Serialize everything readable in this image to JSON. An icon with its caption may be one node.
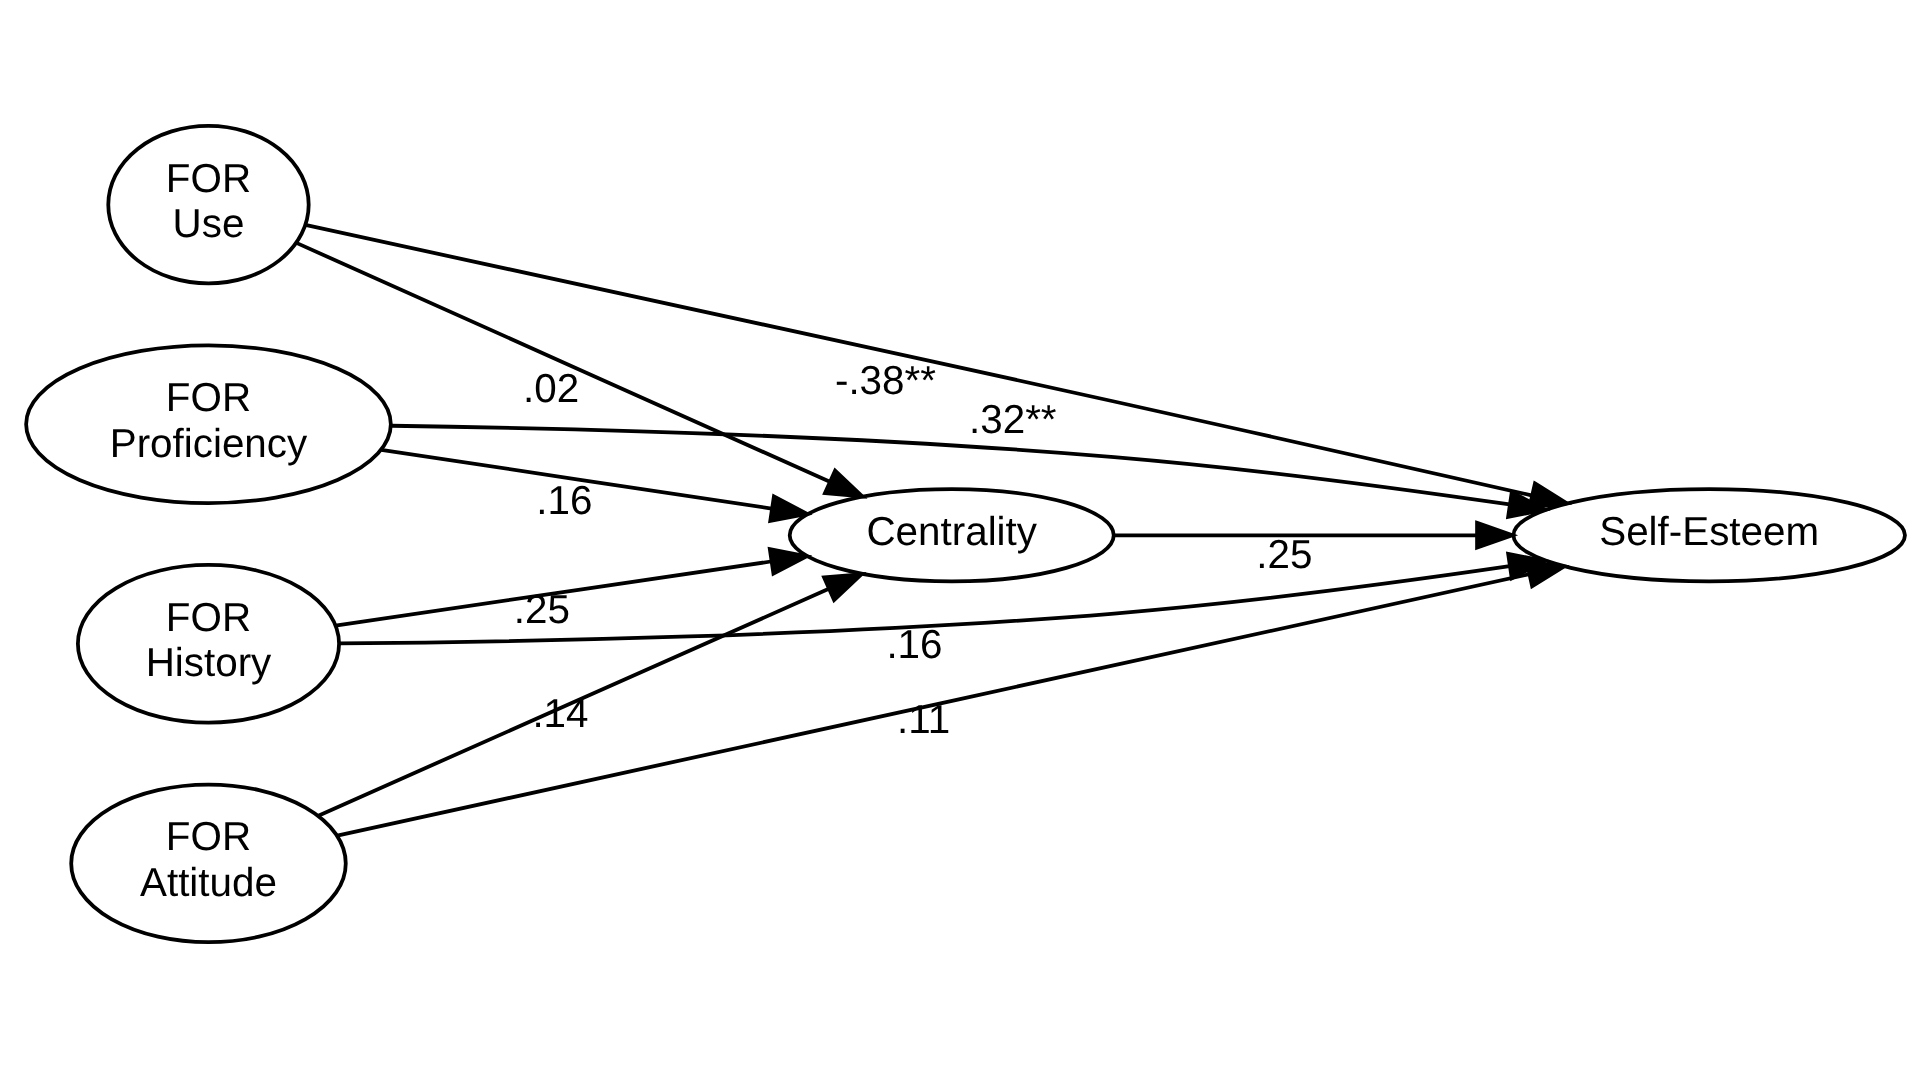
{
  "diagram": {
    "nodes": [
      {
        "text": [
          "Centrality"
        ]
      },
      {
        "text": [
          "FOR Use"
        ]
      },
      {
        "text": [
          "FOR Proficiency"
        ]
      },
      {
        "text": [
          "FOR History"
        ]
      },
      {
        "text": [
          "FOR Attitude"
        ]
      },
      {
        "text": [
          "Self-Esteem"
        ]
      }
    ],
    "edges": [
      {
        "from": 1,
        "to": 0,
        "arrow": "to",
        "label": ".02"
      },
      {
        "from": 2,
        "to": 0,
        "arrow": "to",
        "label": ".16"
      },
      {
        "from": 3,
        "to": 0,
        "arrow": "to",
        "label": ".25"
      },
      {
        "from": 4,
        "to": 0,
        "arrow": "to",
        "label": ".14"
      },
      {
        "from": 0,
        "to": 5,
        "arrow": "to",
        "label": ".25"
      },
      {
        "from": 1,
        "to": 5,
        "arrow": "to",
        "label": "-.38**"
      },
      {
        "from": 2,
        "to": 5,
        "arrow": "to",
        "label": ".32**"
      },
      {
        "from": 3,
        "to": 5,
        "arrow": "to",
        "label": ".16"
      },
      {
        "from": 4,
        "to": 5,
        "arrow": "to",
        "label": ".11"
      }
    ]
  }
}
